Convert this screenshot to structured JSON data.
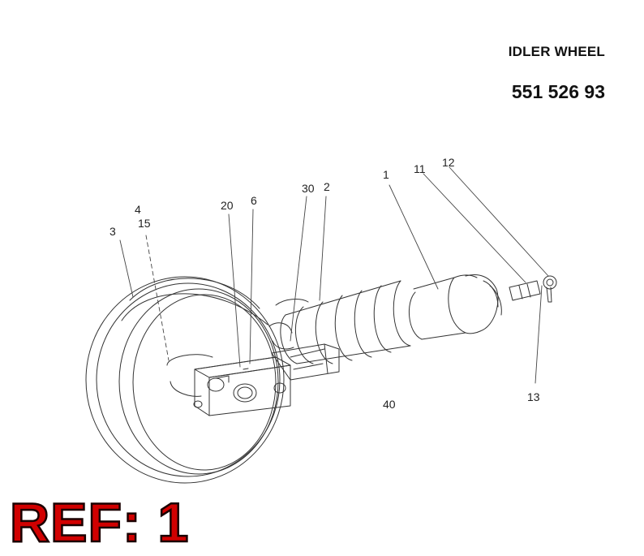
{
  "header": {
    "title": "IDLER WHEEL",
    "part_number": "551 526 93"
  },
  "callouts": [
    {
      "id": "c3",
      "label": "3"
    },
    {
      "id": "c4",
      "label": "4"
    },
    {
      "id": "c15",
      "label": "15"
    },
    {
      "id": "c20",
      "label": "20"
    },
    {
      "id": "c6",
      "label": "6"
    },
    {
      "id": "c30",
      "label": "30"
    },
    {
      "id": "c2",
      "label": "2"
    },
    {
      "id": "c1",
      "label": "1"
    },
    {
      "id": "c11",
      "label": "11"
    },
    {
      "id": "c12",
      "label": "12"
    },
    {
      "id": "c13",
      "label": "13"
    },
    {
      "id": "c40",
      "label": "40"
    }
  ],
  "ref_label": "REF: 1"
}
